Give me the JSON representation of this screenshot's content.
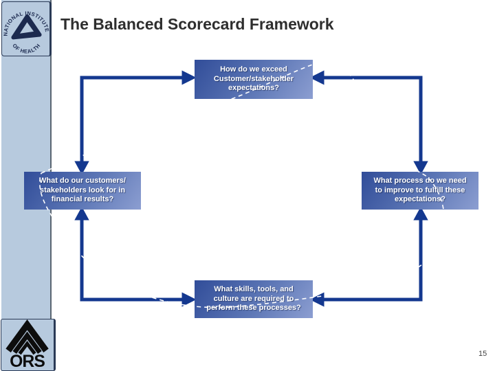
{
  "slide": {
    "title": "The Balanced Scorecard Framework",
    "page_number": "15"
  },
  "sidebar": {
    "nih_logo": {
      "arc_top": "NATIONAL INSTITUTES",
      "arc_bottom": "OF HEALTH"
    },
    "ors_logo": {
      "label": "ORS"
    }
  },
  "diagram": {
    "boxes": {
      "top": {
        "text": "How do we exceed\nCustomer/stakeholder\nexpectations?"
      },
      "left": {
        "text": "What do our customers/\nstakeholders look for in\nfinancial results?"
      },
      "right": {
        "text": "What process do we need\nto improve to fulfill these\nexpectations?"
      },
      "bottom": {
        "text": "What skills, tools, and\nculture are required to\nperform these processes?"
      }
    },
    "colors": {
      "arrow_navy": "#14388f",
      "box_gradient_start": "#314d99",
      "box_gradient_end": "#8c9ed1",
      "sidebar_blue": "#b7cade",
      "title_color": "#2e2e2e"
    }
  }
}
